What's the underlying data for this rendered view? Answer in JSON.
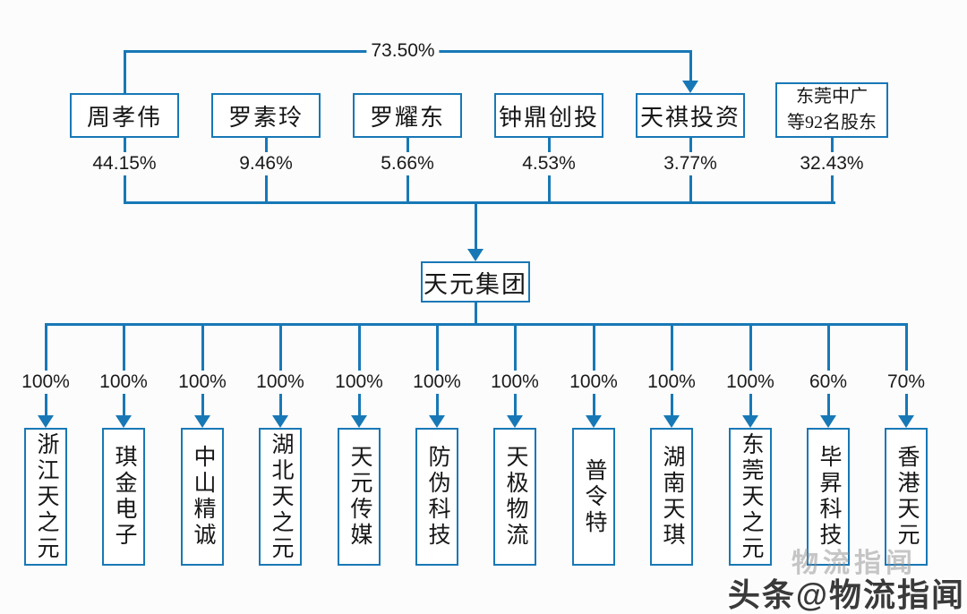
{
  "diagram": {
    "top_ownership_label": "73.50%",
    "shareholders": [
      {
        "name": "周孝伟",
        "pct": "44.15%"
      },
      {
        "name": "罗素玲",
        "pct": "9.46%"
      },
      {
        "name": "罗耀东",
        "pct": "5.66%"
      },
      {
        "name": "钟鼎创投",
        "pct": "4.53%"
      },
      {
        "name": "天祺投资",
        "pct": "3.77%"
      },
      {
        "name": "东莞中广等92名股东",
        "pct": "32.43%",
        "lines": [
          "东莞中广",
          "等92名股东"
        ]
      }
    ],
    "parent": {
      "name": "天元集团"
    },
    "subsidiaries": [
      {
        "name": "浙江天之元",
        "pct": "100%"
      },
      {
        "name": "琪金电子",
        "pct": "100%"
      },
      {
        "name": "中山精诚",
        "pct": "100%"
      },
      {
        "name": "湖北天之元",
        "pct": "100%"
      },
      {
        "name": "天元传媒",
        "pct": "100%"
      },
      {
        "name": "防伪科技",
        "pct": "100%"
      },
      {
        "name": "天极物流",
        "pct": "100%"
      },
      {
        "name": "普令特",
        "pct": "100%"
      },
      {
        "name": "湖南天琪",
        "pct": "100%"
      },
      {
        "name": "东莞天之元",
        "pct": "100%"
      },
      {
        "name": "毕昇科技",
        "pct": "60%"
      },
      {
        "name": "香港天元",
        "pct": "70%"
      }
    ],
    "watermark": {
      "main": "头条@物流指闻",
      "ghost": "物流指闻"
    },
    "colors": {
      "line": "#1878b6",
      "text": "#161616"
    }
  }
}
